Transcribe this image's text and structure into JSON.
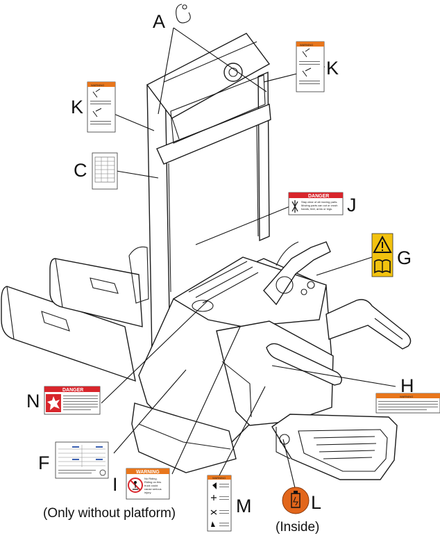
{
  "letters": {
    "a": "A",
    "c": "C",
    "f": "F",
    "g": "G",
    "h": "H",
    "i": "I",
    "j": "J",
    "k_left": "K",
    "k_right": "K",
    "l": "L",
    "m": "M",
    "n": "N"
  },
  "captions": {
    "only_without_platform": "(Only without platform)",
    "inside": "(Inside)"
  },
  "labels": {
    "danger_j_header": "DANGER",
    "danger_j_text": "Stay clear of all moving parts. Moving parts can cut or crush hands, feet, arms or legs.",
    "danger_n_header": "DANGER",
    "warning_i_header": "WARNING",
    "warning_i_text": "No Riding. Riding on this truck could cause serious injury.",
    "warning_h_header": "WARNING",
    "warning_k_header": "WARNING",
    "warning_m_header": "WARNING"
  },
  "colors": {
    "danger_red": "#d8262c",
    "warning_orange": "#e8761c",
    "caution_yellow": "#f2c20f",
    "inside_orange": "#e2661b"
  }
}
